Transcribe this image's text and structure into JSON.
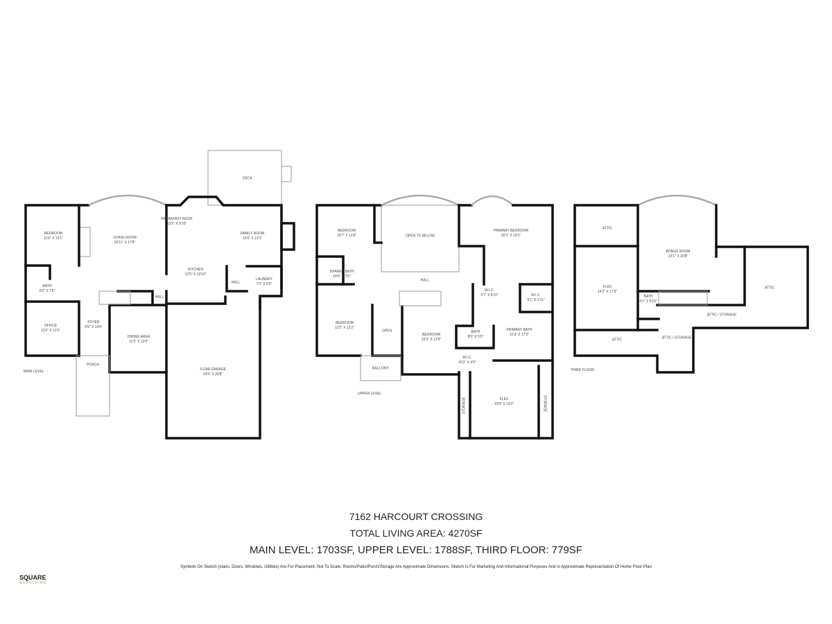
{
  "levels": {
    "main": {
      "label": "MAIN LEVEL",
      "rooms": [
        {
          "name": "BEDROOM",
          "dims": "11'6\" X 13'1\""
        },
        {
          "name": "LIVING ROOM",
          "dims": "18'11\" X 17'8\""
        },
        {
          "name": "BREAKFAST NOOK",
          "dims": "12'5\" X 9'10\""
        },
        {
          "name": "FAMILY ROOM",
          "dims": "13'0\" X 13'1\""
        },
        {
          "name": "DECK",
          "dims": ""
        },
        {
          "name": "KITCHEN",
          "dims": "12'5\" X 13'10\""
        },
        {
          "name": "HALL",
          "dims": ""
        },
        {
          "name": "LAUNDRY",
          "dims": "7'2\" X 6'5\""
        },
        {
          "name": "BATH",
          "dims": "5'0\" X 7'6\""
        },
        {
          "name": "HALL",
          "dims": ""
        },
        {
          "name": "OFFICE",
          "dims": "11'6\" X 11'0\""
        },
        {
          "name": "FOYER",
          "dims": "6'9\" X 14'4\""
        },
        {
          "name": "DINING AREA",
          "dims": "11'9\" X 13'9\""
        },
        {
          "name": "PORCH",
          "dims": ""
        },
        {
          "name": "3-CAR GARAGE",
          "dims": "19'6\" X 30'8\""
        }
      ]
    },
    "upper": {
      "label": "UPPER LEVEL",
      "rooms": [
        {
          "name": "BEDROOM",
          "dims": "15'7\" X 11'8\""
        },
        {
          "name": "OPEN TO BELOW",
          "dims": ""
        },
        {
          "name": "PRIMARY BEDROOM",
          "dims": "20'2\" X 19'1\""
        },
        {
          "name": "SHARED BATH",
          "dims": "10'0\" X 7'5\""
        },
        {
          "name": "HALL",
          "dims": ""
        },
        {
          "name": "W.I.C.",
          "dims": "6'7\" X 8'11\""
        },
        {
          "name": "W.I.C.",
          "dims": "6'1\" X 5'11\""
        },
        {
          "name": "BEDROOM",
          "dims": "11'5\" X 13'2\""
        },
        {
          "name": "OPEN",
          "dims": ""
        },
        {
          "name": "BEDROOM",
          "dims": "15'2\" X 13'9\""
        },
        {
          "name": "BATH",
          "dims": "8'0\" X 5'0\""
        },
        {
          "name": "PRIMARY BATH",
          "dims": "11'9\" X 17'3\""
        },
        {
          "name": "W.I.C.",
          "dims": "4'11\" X 4'9\""
        },
        {
          "name": "BALCONY",
          "dims": ""
        },
        {
          "name": "FLEX",
          "dims": "15'8\" X 16'2\""
        },
        {
          "name": "STORAGE",
          "dims": ""
        },
        {
          "name": "STORAGE",
          "dims": ""
        }
      ]
    },
    "third": {
      "label": "THIRD FLOOR",
      "rooms": [
        {
          "name": "ATTIC",
          "dims": ""
        },
        {
          "name": "BONUS ROOM",
          "dims": "23'1\" X 20'8\""
        },
        {
          "name": "FLEX",
          "dims": "14'2\" X 17'9\""
        },
        {
          "name": "BATH",
          "dims": "4'1\" X 5'10\""
        },
        {
          "name": "ATTIC",
          "dims": ""
        },
        {
          "name": "ATTIC / STORAGE",
          "dims": ""
        },
        {
          "name": "ATTIC",
          "dims": ""
        },
        {
          "name": "ATTIC / STORAGE",
          "dims": ""
        }
      ]
    }
  },
  "footer": {
    "address": "7162 HARCOURT CROSSING",
    "total": "TOTAL LIVING AREA: 4270SF",
    "breakdown": "MAIN LEVEL: 1703SF, UPPER LEVEL: 1788SF, THIRD FLOOR: 779SF",
    "disclaimer": "Symbols On Sketch (stairs, Doors, Windows, Utilities) Are For Placement, Not To Scale. Rooms/Patio/Porch/Storage Are Approximate Dimensions. Sketch Is For Marketing And Informational Purposes And Is Approximate Representation Of Home Floor Plan"
  },
  "logo": {
    "line1": "SQUARE",
    "line2": "MEASURING"
  }
}
